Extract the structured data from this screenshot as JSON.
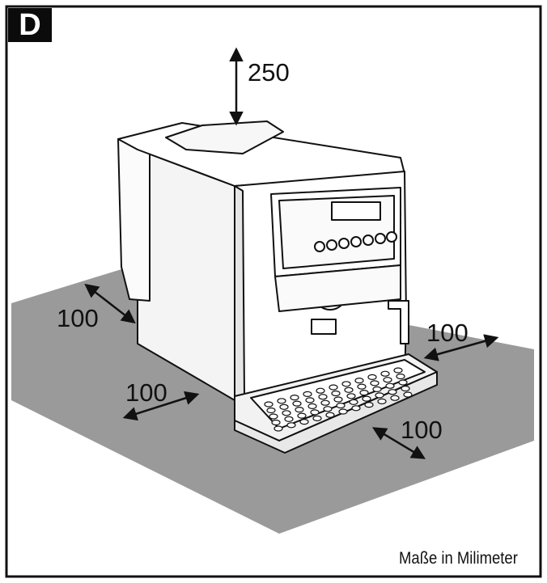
{
  "figure": {
    "label": "D",
    "caption": "Maße in Milimeter",
    "dimensions": {
      "top": "250",
      "left": "100",
      "front_left": "100",
      "right": "100",
      "front_right": "100"
    }
  },
  "colors": {
    "floor": "#9a9a9a",
    "outline": "#111111",
    "background": "#ffffff",
    "machine_body": "#ffffff",
    "machine_shade": "#e6e6e6"
  },
  "icons": [
    "arrow-up-down-icon",
    "double-arrow-icon"
  ]
}
